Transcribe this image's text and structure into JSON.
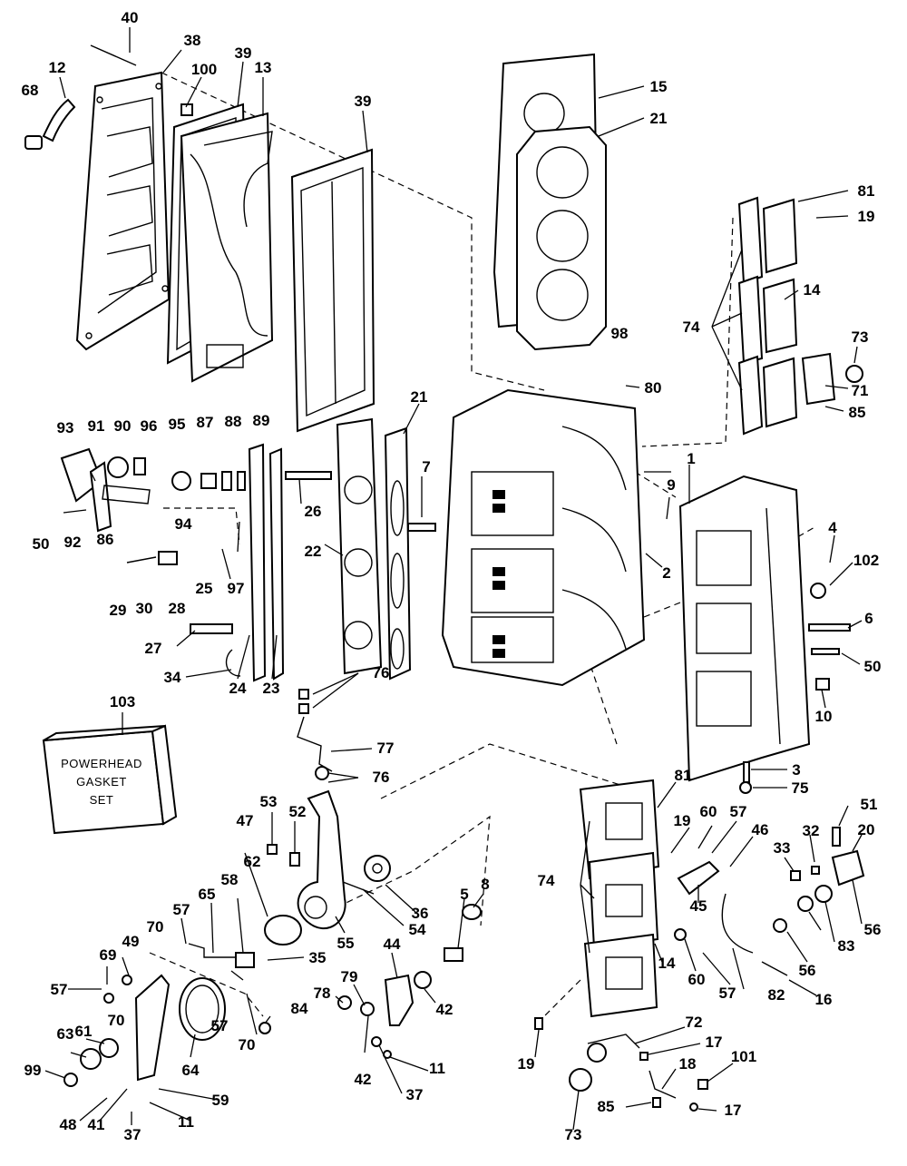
{
  "diagram": {
    "callouts": [
      "40",
      "38",
      "12",
      "68",
      "100",
      "39",
      "13",
      "39",
      "15",
      "21",
      "81",
      "19",
      "14",
      "74",
      "73",
      "98",
      "80",
      "71",
      "85",
      "93",
      "91",
      "90",
      "96",
      "95",
      "87",
      "88",
      "89",
      "21",
      "7",
      "1",
      "9",
      "50",
      "92",
      "86",
      "94",
      "26",
      "22",
      "2",
      "4",
      "102",
      "6",
      "29",
      "30",
      "28",
      "25",
      "97",
      "27",
      "34",
      "24",
      "23",
      "50",
      "10",
      "103",
      "76",
      "77",
      "76",
      "3",
      "75",
      "53",
      "52",
      "47",
      "62",
      "36",
      "54",
      "55",
      "58",
      "65",
      "57",
      "70",
      "35",
      "69",
      "49",
      "57",
      "70",
      "61",
      "63",
      "99",
      "64",
      "57",
      "70",
      "84",
      "48",
      "41",
      "37",
      "11",
      "59",
      "5",
      "8",
      "44",
      "42",
      "78",
      "79",
      "42",
      "37",
      "11",
      "81",
      "19",
      "60",
      "57",
      "46",
      "51",
      "32",
      "33",
      "20",
      "74",
      "45",
      "83",
      "56",
      "56",
      "14",
      "60",
      "57",
      "82",
      "16",
      "19",
      "72",
      "17",
      "18",
      "101",
      "73",
      "85",
      "17"
    ],
    "gasket_set_box": {
      "lines": [
        "POWERHEAD",
        "GASKET",
        "SET"
      ]
    }
  }
}
